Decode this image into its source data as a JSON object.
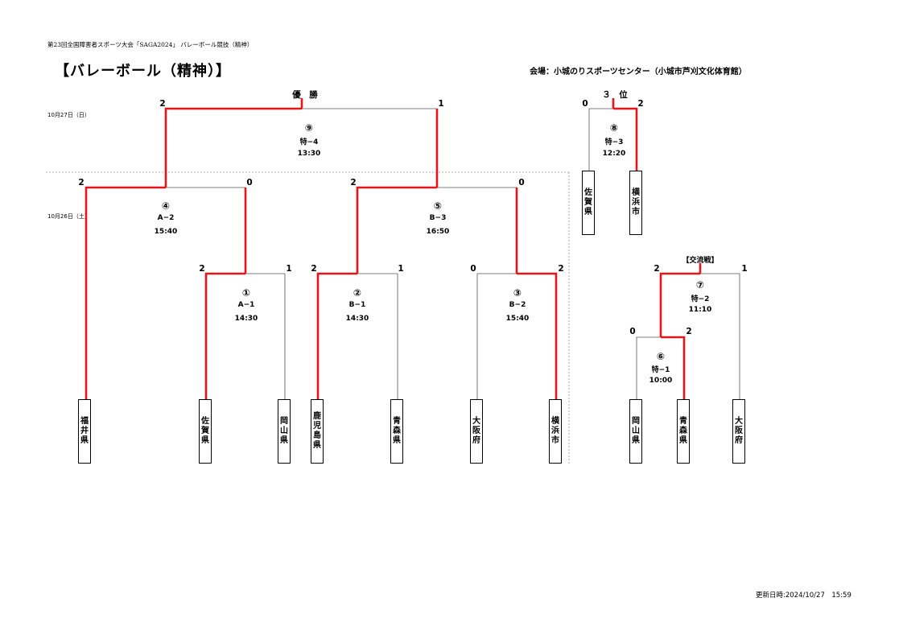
{
  "header": {
    "subtitle": "第23回全国障害者スポーツ大会「SAGA2024」 バレーボール競技（精神）",
    "title": "【バレーボール（精神）】",
    "venue": "会場：小城のりスポーツセンター（小城市芦刈文化体育館）",
    "updated": "更新日時:2024/10/27　15:59"
  },
  "dates": {
    "day2": "10月27日（日）",
    "day1": "10月26日（土）"
  },
  "labels": {
    "champion": "優　勝",
    "third": "３　位",
    "exchange": "【交流戦】"
  },
  "teams": {
    "fukui": "福井県",
    "saga": "佐賀県",
    "okayama": "岡山県",
    "kagoshima": "鹿児島県",
    "aomori": "青森県",
    "osaka": "大阪府",
    "yokohama": "横浜市",
    "t3_saga": "佐賀県",
    "t3_yokohama": "横浜市",
    "ex_okayama": "岡山県",
    "ex_aomori": "青森県",
    "ex_osaka": "大阪府"
  },
  "matches": {
    "m1": {
      "num": "①",
      "code": "A−1",
      "time": "14:30",
      "left": "2",
      "right": "1"
    },
    "m2": {
      "num": "②",
      "code": "B−1",
      "time": "14:30",
      "left": "2",
      "right": "1"
    },
    "m3": {
      "num": "③",
      "code": "B−2",
      "time": "15:40",
      "left": "0",
      "right": "2"
    },
    "m4": {
      "num": "④",
      "code": "A−2",
      "time": "15:40",
      "left": "2",
      "right": "0"
    },
    "m5": {
      "num": "⑤",
      "code": "B−3",
      "time": "16:50",
      "left": "2",
      "right": "0"
    },
    "m6": {
      "num": "⑥",
      "code": "特−1",
      "time": "10:00",
      "left": "0",
      "right": "2"
    },
    "m7": {
      "num": "⑦",
      "code": "特−2",
      "time": "11:10",
      "left": "2",
      "right": "1"
    },
    "m8": {
      "num": "⑧",
      "code": "特−3",
      "time": "12:20",
      "left": "0",
      "right": "2"
    },
    "m9": {
      "num": "⑨",
      "code": "特−4",
      "time": "13:30",
      "left": "2",
      "right": "1"
    }
  }
}
